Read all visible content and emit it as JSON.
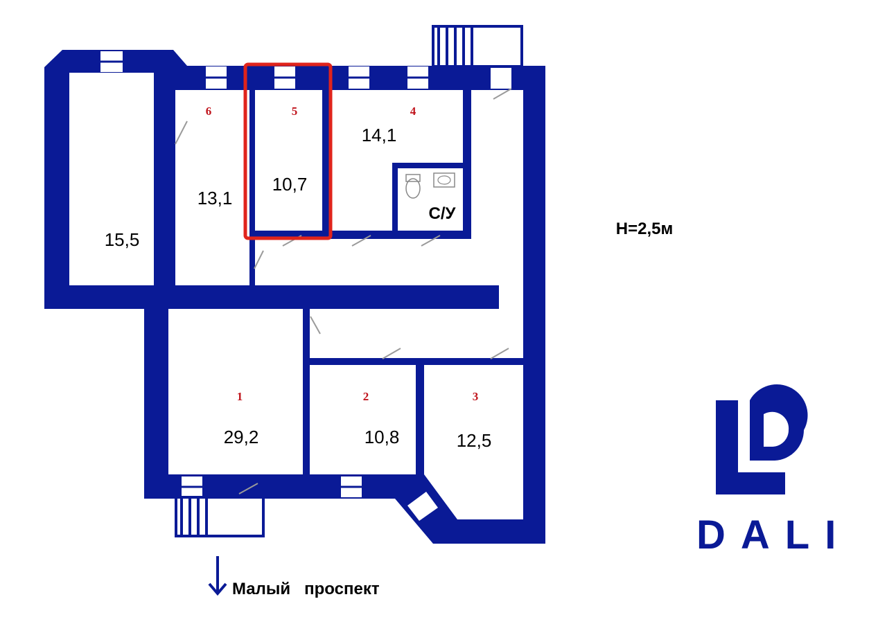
{
  "rooms": [
    {
      "id": "r1",
      "number": "1",
      "area": "29,2"
    },
    {
      "id": "r2",
      "number": "2",
      "area": "10,8"
    },
    {
      "id": "r3",
      "number": "3",
      "area": "12,5"
    },
    {
      "id": "r4",
      "number": "4",
      "area": "14,1"
    },
    {
      "id": "r5",
      "number": "5",
      "area": "10,7"
    },
    {
      "id": "r6",
      "number": "6",
      "area": "13,1"
    },
    {
      "id": "r7",
      "number": "",
      "area": "15,5"
    }
  ],
  "bathroom_label": "С/У",
  "ceiling_height": "H=2,5м",
  "street_label": "Малый   проспект",
  "logo": {
    "text": "DALI",
    "color": "#0a1a96"
  },
  "colors": {
    "walls": "#0a1a96",
    "highlight": "#e0241c",
    "room_numbers": "#c0141c"
  },
  "highlighted_room": "5"
}
